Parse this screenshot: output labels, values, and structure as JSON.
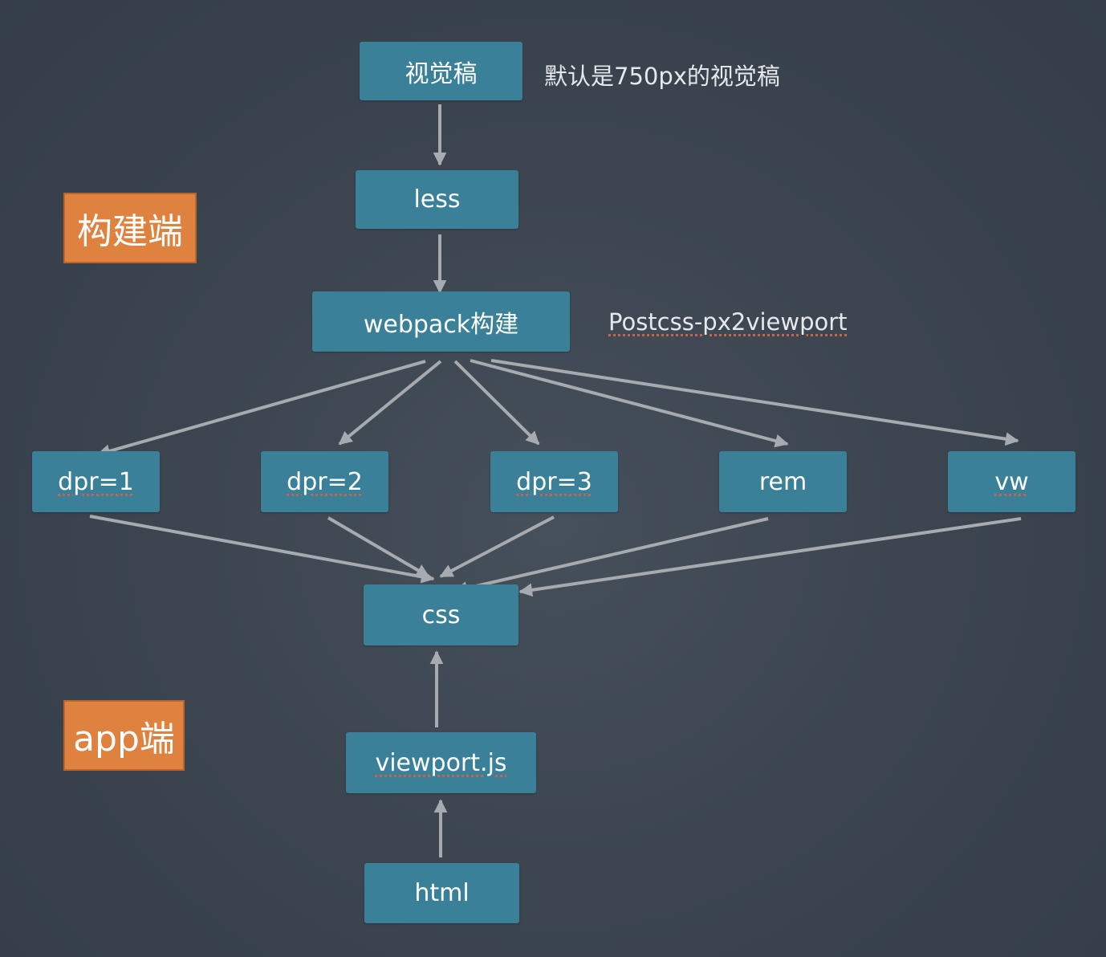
{
  "nodes": {
    "design": "视觉稿",
    "less": "less",
    "webpack": "webpack构建",
    "dpr1": "dpr=1",
    "dpr2": "dpr=2",
    "dpr3": "dpr=3",
    "rem": "rem",
    "vw": "vw",
    "css": "css",
    "viewport": "viewport.js",
    "html": "html"
  },
  "notes": {
    "design": "默认是750px的视觉稿",
    "webpack": "Postcss-px2viewport"
  },
  "sections": {
    "build": "构建端",
    "app": "app端"
  },
  "colors": {
    "node_fill": "#3a8099",
    "section_fill": "#e0823f",
    "arrow": "#a7abaf"
  }
}
